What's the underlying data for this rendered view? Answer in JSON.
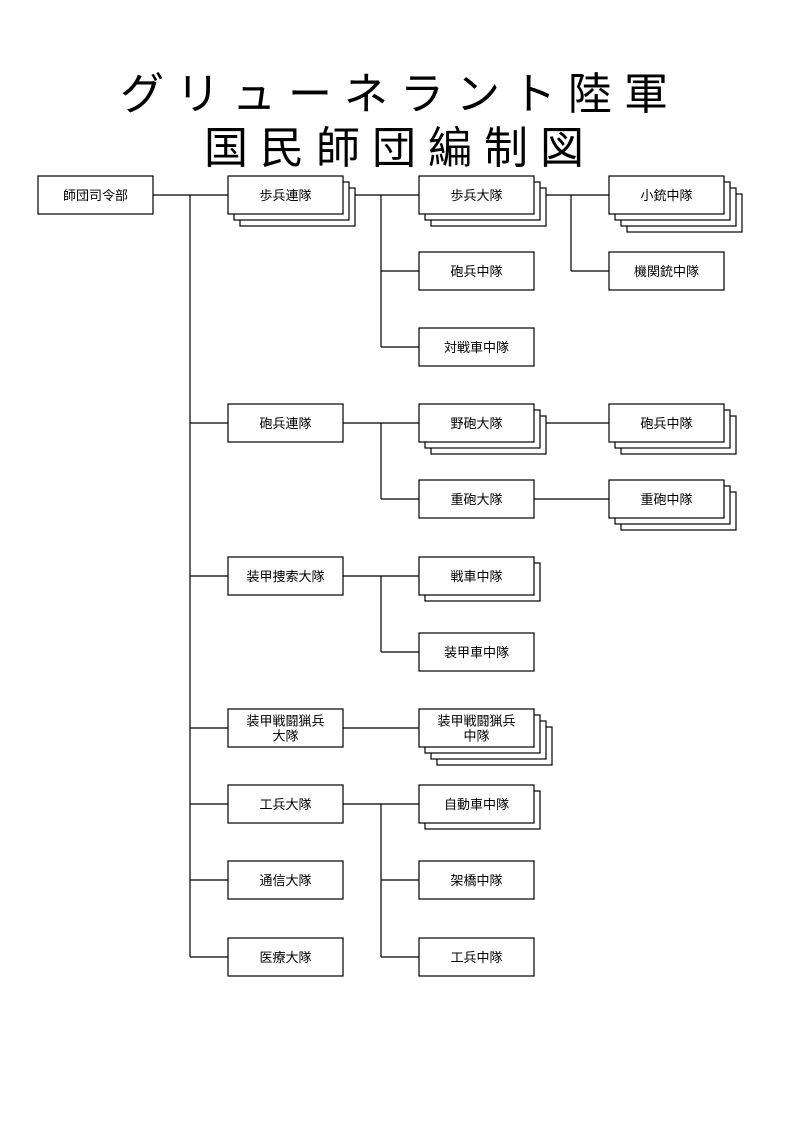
{
  "title": {
    "line1": "グリューネラント陸軍",
    "line2": "国民師団編制図"
  },
  "units": {
    "hq": "師団司令部",
    "inf_regiment": "歩兵連隊",
    "inf_battalion": "歩兵大隊",
    "rifle_company": "小銃中隊",
    "mg_company": "機関銃中隊",
    "inf_gun_company": "砲兵中隊",
    "at_company": "対戦車中隊",
    "art_regiment": "砲兵連隊",
    "field_art_battalion": "野砲大隊",
    "field_battery": "砲兵中隊",
    "heavy_art_battalion": "重砲大隊",
    "heavy_battery": "重砲中隊",
    "recon_battalion": "装甲捜索大隊",
    "tank_company": "戦車中隊",
    "armored_car_company": "装甲車中隊",
    "panzergrenadier_battalion": "装甲戦闘猟兵\n大隊",
    "panzergrenadier_company": "装甲戦闘猟兵\n中隊",
    "engineer_battalion": "工兵大隊",
    "motor_transport_company": "自動車中隊",
    "bridging_company": "架橋中隊",
    "engineer_company": "工兵中隊",
    "signal_battalion": "通信大隊",
    "medical_battalion": "医療大隊"
  }
}
